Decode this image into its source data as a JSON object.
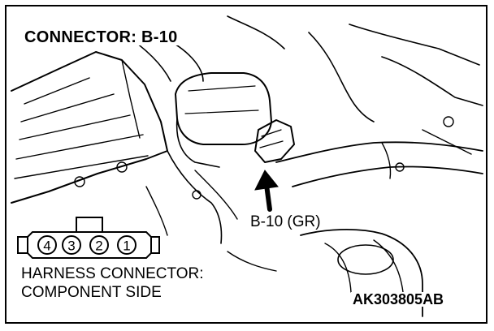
{
  "title": "CONNECTOR: B-10",
  "callout": "B-10 (GR)",
  "harness_line1": "HARNESS CONNECTOR:",
  "harness_line2": "COMPONENT SIDE",
  "figure_code": "AK303805AB",
  "pins": [
    "4",
    "3",
    "2",
    "1"
  ]
}
